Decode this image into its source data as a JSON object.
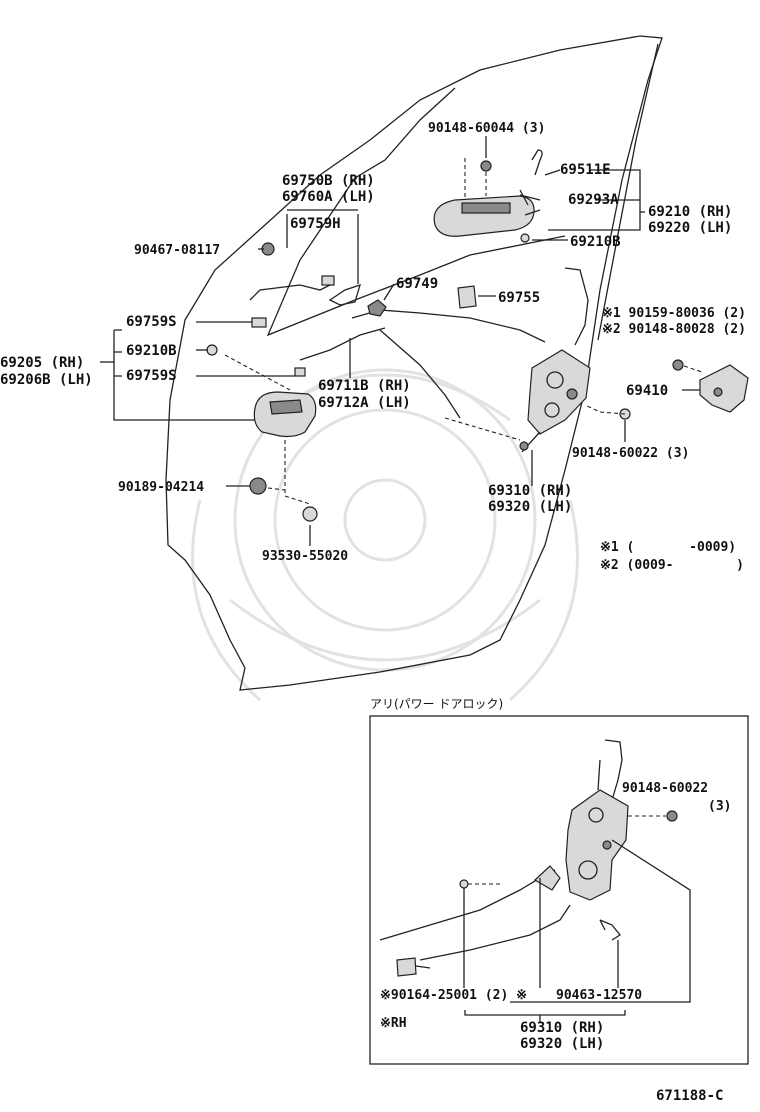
{
  "diagram": {
    "drawing_number": "671188-C",
    "labels": {
      "p90148_60044": "90148-60044 (3)",
      "p69511E": "69511E",
      "p69293A": "69293A",
      "p69210_rh": "69210 (RH)",
      "p69220_lh": "69220 (LH)",
      "p69210B_top": "69210B",
      "p69750B": "69750B (RH)",
      "p69760A": "69760A (LH)",
      "p69759H": "69759H",
      "p90467": "90467-08117",
      "p69749": "69749",
      "p69755": "69755",
      "p90159": "※1 90159-80036 (2)",
      "p90148_80028": "※2 90148-80028 (2)",
      "p69759S_a": "69759S",
      "p69205": "69205 (RH)",
      "p69206B": "69206B (LH)",
      "p69210B_left": "69210B",
      "p69759S_b": "69759S",
      "p69711B": "69711B (RH)",
      "p69712A": "69712A (LH)",
      "p69410": "69410",
      "p90148_60022": "90148-60022 (3)",
      "p90189": "90189-04214",
      "p69310": "69310 (RH)",
      "p69320": "69320 (LH)",
      "p93530": "93530-55020",
      "note1": "※1 (       -0009)",
      "note2": "※2 (0009-        )"
    },
    "inset": {
      "title": "アリ(パワー ドアロック)",
      "p90148_60022_a": "90148-60022",
      "p90148_60022_b": "(3)",
      "p90164": "※90164-25001 (2) ※",
      "p90463": "90463-12570",
      "rh_mark": "※RH",
      "p69310": "69310 (RH)",
      "p69320": "69320 (LH)"
    }
  }
}
